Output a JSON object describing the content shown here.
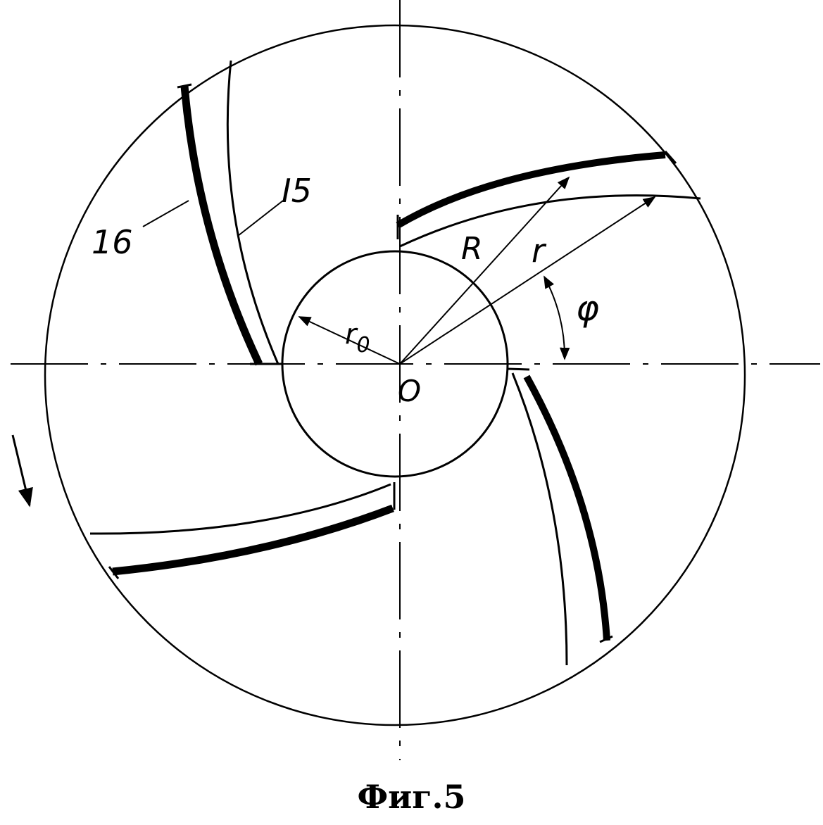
{
  "figure": {
    "caption": "Фиг.5"
  },
  "labels": {
    "part_16": "16",
    "part_15": "I5",
    "radius_R": "R",
    "radius_r": "r",
    "radius_r0_main": "r",
    "radius_r0_sub": "0",
    "angle_phi": "φ",
    "center_O": "O"
  },
  "colors": {
    "ink": "#000000",
    "paper": "#ffffff"
  },
  "icons": {
    "rotation_arrow": "rotation-direction-arrow-icon"
  }
}
